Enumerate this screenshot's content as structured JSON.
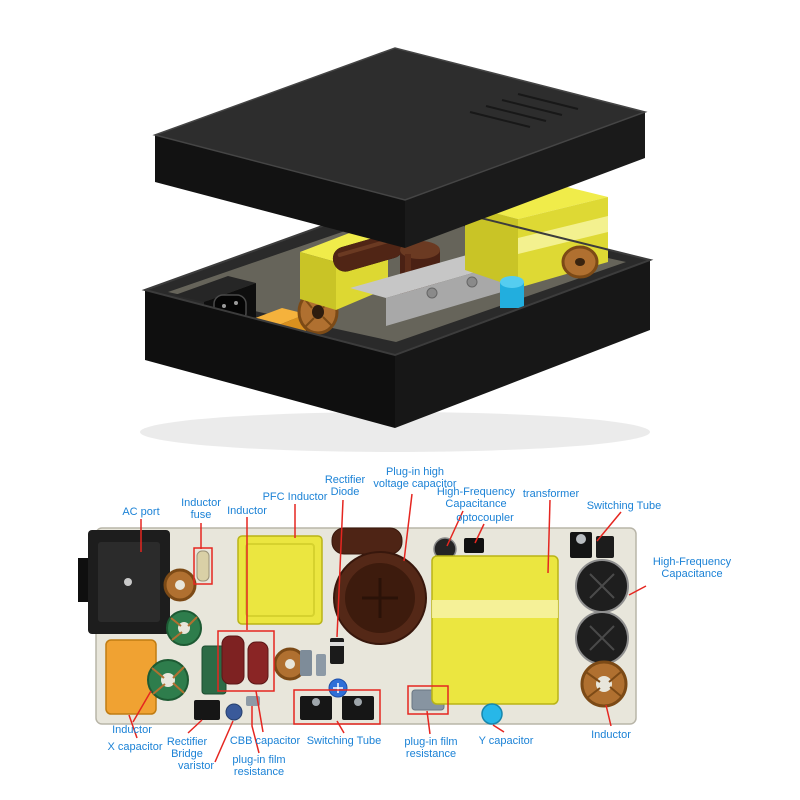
{
  "scene": {
    "name": "Power adapter exploded view with annotated internal PCB component diagram"
  },
  "colors": {
    "label_blue": "#1b82d6",
    "leader_red": "#e52620",
    "case_dark": "#1f1f1f",
    "board": "#e8e6db",
    "comp_yellow": "#ebe640",
    "comp_brown": "#4e2415",
    "comp_orange": "#f0a232",
    "comp_green": "#2e7d4c",
    "comp_copper": "#b07030",
    "comp_cyan": "#27b7e8",
    "comp_darkred": "#7e2222"
  },
  "labels": {
    "ac_port": "AC port",
    "inductor_fuse": "Inductor fuse",
    "inductor_top": "Inductor",
    "pfc_inductor": "PFC Inductor",
    "rectifier_diode": "Rectifier Diode",
    "plugin_high_voltage_capacitor": "Plug-in high voltage capacitor",
    "hf_capacitance_top": "High-Frequency Capacitance",
    "optocoupler": "optocoupler",
    "transformer": "transformer",
    "switching_tube_top": "Switching Tube",
    "hf_capacitance_right": "High-Frequency Capacitance",
    "inductor_bottom_left": "Inductor",
    "x_capacitor": "X capacitor",
    "rectifier_bridge": "Rectifier Bridge",
    "varistor": "varistor",
    "cbb_capacitor": "CBB capacitor",
    "plugin_film_resistance_left": "plug-in film resistance",
    "switching_tube_bottom": "Switching Tube",
    "plugin_film_resistance_right": "plug-in film resistance",
    "y_capacitor": "Y capacitor",
    "inductor_bottom_right": "Inductor"
  }
}
